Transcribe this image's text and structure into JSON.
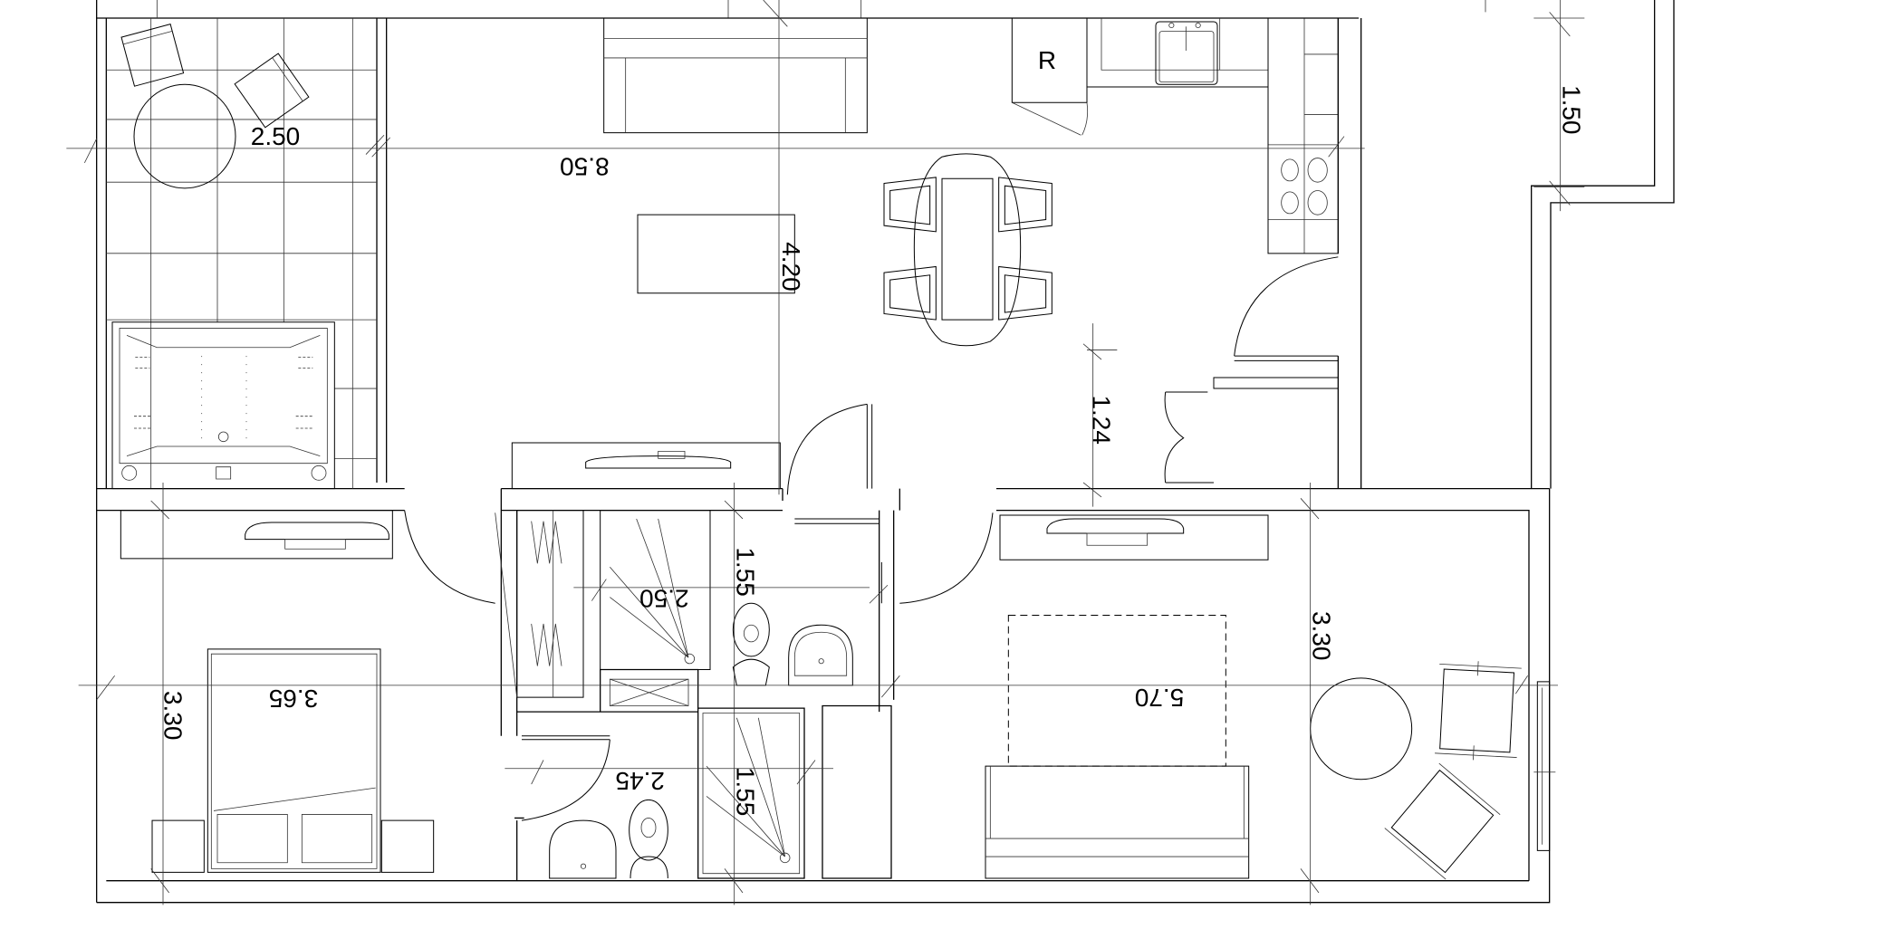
{
  "plan": {
    "colors": {
      "line": "#000000",
      "background": "#ffffff"
    },
    "labels": {
      "terrace_width": "2.50",
      "living_length": "8.50",
      "living_depth": "4.20",
      "fridge": "R",
      "balcony_depth": "1.50",
      "hall_width": "1.24",
      "bath1_depth": "1.55",
      "bath1_width": "2.50",
      "bedroom_width": "3.65",
      "bedroom_depth": "3.30",
      "bath2_width": "2.45",
      "bath2_depth": "1.55",
      "room2_width": "5.70",
      "room2_depth": "3.30"
    }
  }
}
